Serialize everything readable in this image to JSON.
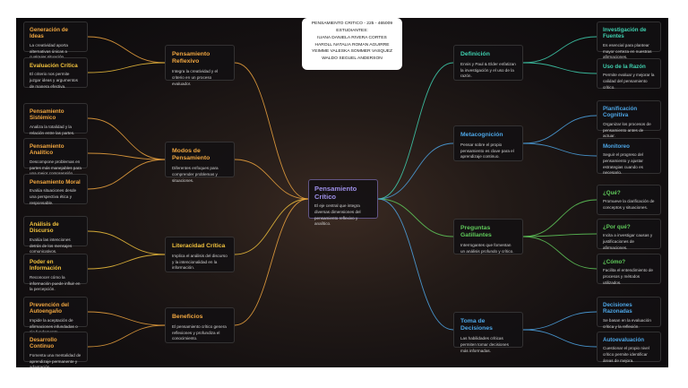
{
  "header": {
    "title": "PENSAMIENTO CRITICO - 225 - 465009",
    "label": "ESTUDIANTES:",
    "students": [
      "IUANA DANIELA RIVERA CORTES",
      "HAROLL NATALIA ROMAN AGUIRRE",
      "YEIMME VALESKA SOMMER VASQUEZ",
      "WALDO SEGUEL ANDERSON"
    ]
  },
  "colors": {
    "center": "#9d8fe8",
    "orange": "#f0a640",
    "yellow": "#f2c23d",
    "teal": "#3fd1b0",
    "blue": "#4da6e6",
    "green": "#5fc95a"
  },
  "center": {
    "title": "Pensamiento Crítico",
    "desc": "El eje central que integra diversas dimensiones del pensamiento reflexivo y analítico."
  },
  "branches": {
    "reflexivo": {
      "title": "Pensamiento Reflexivo",
      "desc": "Integra la creatividad y el criterio en un proceso evaluador."
    },
    "modos": {
      "title": "Modos de Pensamiento",
      "desc": "Diferentes enfoques para comprender problemas y situaciones."
    },
    "literacidad": {
      "title": "Literacidad Crítica",
      "desc": "Implica el análisis del discurso y la intencionalidad en la información."
    },
    "beneficios": {
      "title": "Beneficios",
      "desc": "El pensamiento crítico genera reflexiones y profundiza el conocimiento."
    },
    "definicion": {
      "title": "Definición",
      "desc": "Ennis y Paul & Elder enfatizan la investigación y el uso de la razón."
    },
    "metacognicion": {
      "title": "Metacognición",
      "desc": "Pensar sobre el propio pensamiento es clave para el aprendizaje continuo."
    },
    "preguntas": {
      "title": "Preguntas Gatillantes",
      "desc": "Interrogantes que fomentan un análisis profundo y crítico."
    },
    "toma": {
      "title": "Toma de Decisiones",
      "desc": "Las habilidades críticas permiten tomar decisiones más informadas."
    }
  },
  "leaves": {
    "generacion": {
      "title": "Generación de Ideas",
      "desc": "La creatividad aporta alternativas únicas a cualquier situación."
    },
    "evaluacion": {
      "title": "Evaluación Crítica",
      "desc": "El criterio nos permite juzgar ideas y argumentos de manera efectiva."
    },
    "sistemico": {
      "title": "Pensamiento Sistémico",
      "desc": "Analiza la totalidad y la relación entre las partes."
    },
    "analitico": {
      "title": "Pensamiento Analítico",
      "desc": "Descompone problemas en partes más manejables para una mejor comprensión."
    },
    "moral": {
      "title": "Pensamiento Moral",
      "desc": "Evalúa situaciones desde una perspectiva ética y responsable."
    },
    "analisis": {
      "title": "Análisis de Discurso",
      "desc": "Evalúa las intenciones detrás de los mensajes comunicativos."
    },
    "poder": {
      "title": "Poder en Información",
      "desc": "Reconocer cómo la información puede influir en la percepción."
    },
    "prevencion": {
      "title": "Prevención del Autoengaño",
      "desc": "Impide la aceptación de afirmaciones infundadas o sin fundamento."
    },
    "desarrollo": {
      "title": "Desarrollo Continuo",
      "desc": "Fomenta una mentalidad de aprendizaje permanente y adaptación."
    },
    "investigacion": {
      "title": "Investigación de Fuentes",
      "desc": "Es esencial para plantear mayor certeza en nuestras afirmaciones."
    },
    "uso": {
      "title": "Uso de la Razón",
      "desc": "Permite evaluar y mejorar la calidad del pensamiento crítico."
    },
    "planificacion": {
      "title": "Planificación Cognitiva",
      "desc": "Organizar los procesos de pensamiento antes de actuar."
    },
    "monitoreo": {
      "title": "Monitoreo",
      "desc": "Seguir el progreso del pensamiento y ajustar estrategias cuando es necesario."
    },
    "que": {
      "title": "¿Qué?",
      "desc": "Promueve la clarificación de conceptos y situaciones."
    },
    "porque": {
      "title": "¿Por qué?",
      "desc": "Incita a investigar causas y justificaciones de afirmaciones."
    },
    "como": {
      "title": "¿Cómo?",
      "desc": "Facilita el entendimiento de procesos y métodos utilizados."
    },
    "decisiones": {
      "title": "Decisiones Razonadas",
      "desc": "Se basan en la evaluación crítica y la reflexión."
    },
    "autoevaluacion": {
      "title": "Autoevaluación",
      "desc": "Cuestionar el propio nivel crítico permite identificar áreas de mejora."
    }
  }
}
